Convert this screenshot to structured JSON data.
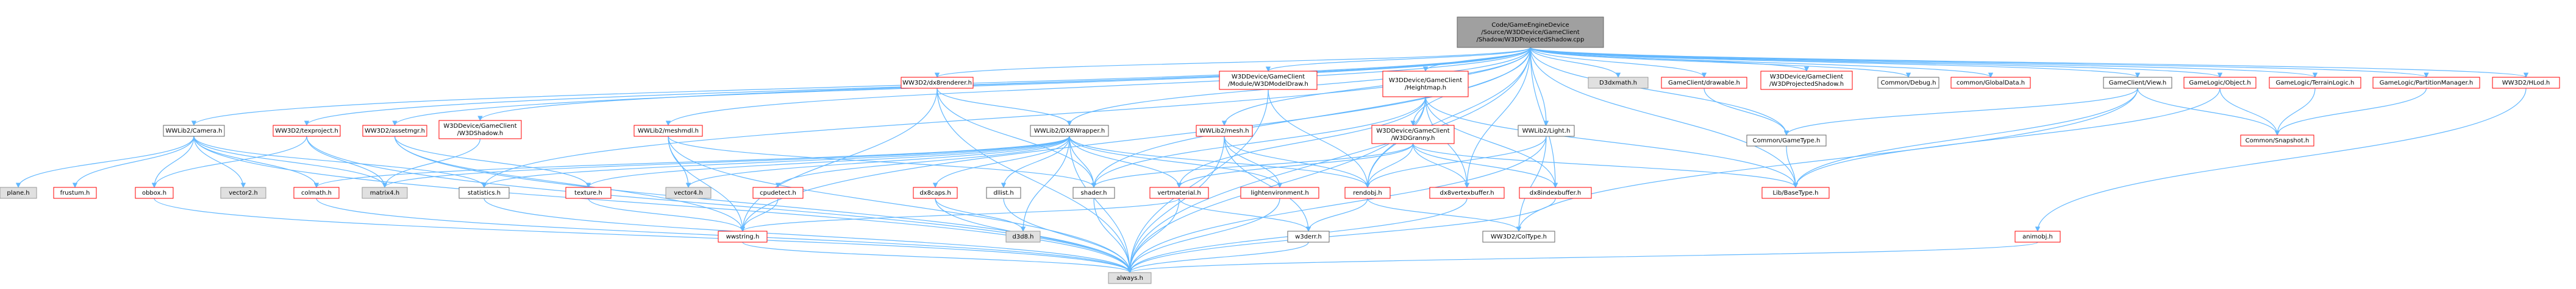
{
  "diagram": {
    "colors": {
      "edge": "#63b8ff",
      "edge_alt": "#9a9a9a",
      "root_fill": "#a0a0a0",
      "root_border": "#666666",
      "doc_border": "#666666",
      "missing_border": "#ff0000",
      "system_fill": "#e0e0e0",
      "system_border": "#999999",
      "text": "#000000"
    },
    "nodes": [
      {
        "id": "root",
        "kind": "root",
        "lines": [
          "Code/GameEngineDevice",
          "/Source/W3DDevice/GameClient",
          "/Shadow/W3DProjectedShadow.cpp"
        ]
      },
      {
        "id": "camera",
        "kind": "doc",
        "lines": [
          "WWLib2/Camera.h"
        ]
      },
      {
        "id": "texproject",
        "kind": "missing",
        "lines": [
          "WW3D2/texproject.h"
        ]
      },
      {
        "id": "assetmgr",
        "kind": "missing",
        "lines": [
          "WW3D2/assetmgr.h"
        ]
      },
      {
        "id": "gc_shadow",
        "kind": "missing",
        "lines": [
          "W3DDevice/GameClient",
          "/W3DShadow.h"
        ]
      },
      {
        "id": "dx8renderer",
        "kind": "missing",
        "lines": [
          "WW3D2/dx8renderer.h"
        ]
      },
      {
        "id": "meshmdl",
        "kind": "missing",
        "lines": [
          "WWLib2/meshmdl.h"
        ]
      },
      {
        "id": "dx8wrapper",
        "kind": "doc",
        "lines": [
          "WWLib2/DX8Wrapper.h"
        ]
      },
      {
        "id": "modeldraw",
        "kind": "missing",
        "lines": [
          "W3DDevice/GameClient",
          "/Module/W3DModelDraw.h"
        ]
      },
      {
        "id": "mesh",
        "kind": "missing",
        "lines": [
          "WWLib2/mesh.h"
        ]
      },
      {
        "id": "heightmap",
        "kind": "missing",
        "lines": [
          "W3DDevice/GameClient",
          "/Heightmap.h"
        ]
      },
      {
        "id": "gc_granny",
        "kind": "missing",
        "lines": [
          "W3DDevice/GameClient",
          "/W3DGranny.h"
        ]
      },
      {
        "id": "light",
        "kind": "doc",
        "lines": [
          "WWLib2/Light.h"
        ]
      },
      {
        "id": "d3dxmath",
        "kind": "system",
        "lines": [
          "D3dxmath.h"
        ]
      },
      {
        "id": "drawable",
        "kind": "missing",
        "lines": [
          "GameClient/drawable.h"
        ]
      },
      {
        "id": "projshadow_h",
        "kind": "missing",
        "lines": [
          "W3DDevice/GameClient",
          "/W3DProjectedShadow.h"
        ]
      },
      {
        "id": "debug",
        "kind": "doc",
        "lines": [
          "Common/Debug.h"
        ]
      },
      {
        "id": "globaldata",
        "kind": "missing",
        "lines": [
          "common/GlobalData.h"
        ]
      },
      {
        "id": "view",
        "kind": "doc",
        "lines": [
          "GameClient/View.h"
        ]
      },
      {
        "id": "object",
        "kind": "missing",
        "lines": [
          "GameLogic/Object.h"
        ]
      },
      {
        "id": "terrainlogic",
        "kind": "missing",
        "lines": [
          "GameLogic/TerrainLogic.h"
        ]
      },
      {
        "id": "partition",
        "kind": "missing",
        "lines": [
          "GameLogic/PartitionManager.h"
        ]
      },
      {
        "id": "hlod",
        "kind": "missing",
        "lines": [
          "WW3D2/HLod.h"
        ]
      },
      {
        "id": "gametype",
        "kind": "doc",
        "lines": [
          "Common/GameType.h"
        ]
      },
      {
        "id": "snapshot",
        "kind": "missing",
        "lines": [
          "Common/Snapshot.h"
        ]
      },
      {
        "id": "plane",
        "kind": "system",
        "lines": [
          "plane.h"
        ]
      },
      {
        "id": "frustum",
        "kind": "missing",
        "lines": [
          "frustum.h"
        ]
      },
      {
        "id": "obbox",
        "kind": "missing",
        "lines": [
          "obbox.h"
        ]
      },
      {
        "id": "vector2",
        "kind": "system",
        "lines": [
          "vector2.h"
        ]
      },
      {
        "id": "colmath",
        "kind": "missing",
        "lines": [
          "colmath.h"
        ]
      },
      {
        "id": "matrix4",
        "kind": "system",
        "lines": [
          "matrix4.h"
        ]
      },
      {
        "id": "statistics",
        "kind": "doc",
        "lines": [
          "statistics.h"
        ]
      },
      {
        "id": "texture",
        "kind": "missing",
        "lines": [
          "texture.h"
        ]
      },
      {
        "id": "vector4",
        "kind": "system",
        "lines": [
          "vector4.h"
        ]
      },
      {
        "id": "cpudetect",
        "kind": "missing",
        "lines": [
          "cpudetect.h"
        ]
      },
      {
        "id": "dx8caps",
        "kind": "missing",
        "lines": [
          "dx8caps.h"
        ]
      },
      {
        "id": "dllist",
        "kind": "doc",
        "lines": [
          "dllist.h"
        ]
      },
      {
        "id": "shader",
        "kind": "doc",
        "lines": [
          "shader.h"
        ]
      },
      {
        "id": "vertmaterial",
        "kind": "missing",
        "lines": [
          "vertmaterial.h"
        ]
      },
      {
        "id": "lightenv",
        "kind": "missing",
        "lines": [
          "lightenvironment.h"
        ]
      },
      {
        "id": "rendobj",
        "kind": "missing",
        "lines": [
          "rendobj.h"
        ]
      },
      {
        "id": "dx8vertexbuffer",
        "kind": "missing",
        "lines": [
          "dx8vertexbuffer.h"
        ]
      },
      {
        "id": "dx8indexbuffer",
        "kind": "missing",
        "lines": [
          "dx8indexbuffer.h"
        ]
      },
      {
        "id": "basetype",
        "kind": "missing",
        "lines": [
          "Lib/BaseType.h"
        ]
      },
      {
        "id": "wwstring",
        "kind": "missing",
        "lines": [
          "wwstring.h"
        ]
      },
      {
        "id": "d3d8",
        "kind": "system",
        "lines": [
          "d3d8.h"
        ]
      },
      {
        "id": "w3derr",
        "kind": "doc",
        "lines": [
          "w3derr.h"
        ]
      },
      {
        "id": "coltype",
        "kind": "doc",
        "lines": [
          "WW3D2/ColType.h"
        ]
      },
      {
        "id": "animobj",
        "kind": "missing",
        "lines": [
          "animobj.h"
        ]
      },
      {
        "id": "always",
        "kind": "system",
        "lines": [
          "always.h"
        ]
      }
    ],
    "edges": [
      [
        "root",
        "camera"
      ],
      [
        "root",
        "texproject"
      ],
      [
        "root",
        "assetmgr"
      ],
      [
        "root",
        "gc_shadow"
      ],
      [
        "root",
        "dx8renderer"
      ],
      [
        "root",
        "meshmdl"
      ],
      [
        "root",
        "dx8wrapper"
      ],
      [
        "root",
        "modeldraw"
      ],
      [
        "root",
        "mesh"
      ],
      [
        "root",
        "heightmap"
      ],
      [
        "root",
        "gc_granny"
      ],
      [
        "root",
        "light"
      ],
      [
        "root",
        "d3dxmath"
      ],
      [
        "root",
        "drawable"
      ],
      [
        "root",
        "projshadow_h"
      ],
      [
        "root",
        "debug"
      ],
      [
        "root",
        "globaldata"
      ],
      [
        "root",
        "view"
      ],
      [
        "root",
        "object"
      ],
      [
        "root",
        "terrainlogic"
      ],
      [
        "root",
        "partition"
      ],
      [
        "root",
        "hlod"
      ],
      [
        "root",
        "basetype"
      ],
      [
        "root",
        "always"
      ],
      [
        "root",
        "statistics"
      ],
      [
        "root",
        "shader"
      ],
      [
        "root",
        "rendobj"
      ],
      [
        "root",
        "dx8vertexbuffer"
      ],
      [
        "root",
        "dx8indexbuffer"
      ],
      [
        "root",
        "wwstring"
      ],
      [
        "root",
        "gametype"
      ],
      [
        "camera",
        "plane"
      ],
      [
        "camera",
        "frustum"
      ],
      [
        "camera",
        "obbox"
      ],
      [
        "camera",
        "vector2"
      ],
      [
        "camera",
        "colmath"
      ],
      [
        "camera",
        "matrix4"
      ],
      [
        "camera",
        "statistics"
      ],
      [
        "camera",
        "always"
      ],
      [
        "texproject",
        "obbox"
      ],
      [
        "texproject",
        "matrix4"
      ],
      [
        "texproject",
        "always"
      ],
      [
        "assetmgr",
        "texture"
      ],
      [
        "assetmgr",
        "wwstring"
      ],
      [
        "assetmgr",
        "always"
      ],
      [
        "gc_shadow",
        "matrix4"
      ],
      [
        "dx8renderer",
        "dx8wrapper"
      ],
      [
        "dx8renderer",
        "shader"
      ],
      [
        "dx8renderer",
        "wwstring"
      ],
      [
        "dx8renderer",
        "always"
      ],
      [
        "meshmdl",
        "vector4"
      ],
      [
        "meshmdl",
        "shader"
      ],
      [
        "meshmdl",
        "wwstring"
      ],
      [
        "meshmdl",
        "always"
      ],
      [
        "dx8wrapper",
        "statistics"
      ],
      [
        "dx8wrapper",
        "texture"
      ],
      [
        "dx8wrapper",
        "vector4"
      ],
      [
        "dx8wrapper",
        "cpudetect"
      ],
      [
        "dx8wrapper",
        "dx8caps"
      ],
      [
        "dx8wrapper",
        "dllist"
      ],
      [
        "dx8wrapper",
        "shader"
      ],
      [
        "dx8wrapper",
        "vertmaterial"
      ],
      [
        "dx8wrapper",
        "lightenv"
      ],
      [
        "dx8wrapper",
        "rendobj"
      ],
      [
        "dx8wrapper",
        "d3d8"
      ],
      [
        "dx8wrapper",
        "always"
      ],
      [
        "dx8wrapper",
        "matrix4"
      ],
      [
        "dx8wrapper",
        "colmath"
      ],
      [
        "modeldraw",
        "rendobj"
      ],
      [
        "modeldraw",
        "always"
      ],
      [
        "mesh",
        "rendobj"
      ],
      [
        "mesh",
        "lightenv"
      ],
      [
        "mesh",
        "w3derr"
      ],
      [
        "mesh",
        "always"
      ],
      [
        "heightmap",
        "shader"
      ],
      [
        "heightmap",
        "vertmaterial"
      ],
      [
        "heightmap",
        "rendobj"
      ],
      [
        "heightmap",
        "dx8vertexbuffer"
      ],
      [
        "heightmap",
        "dx8indexbuffer"
      ],
      [
        "heightmap",
        "always"
      ],
      [
        "heightmap",
        "basetype"
      ],
      [
        "gc_granny",
        "rendobj"
      ],
      [
        "gc_granny",
        "dx8vertexbuffer"
      ],
      [
        "gc_granny",
        "dx8indexbuffer"
      ],
      [
        "gc_granny",
        "basetype"
      ],
      [
        "gc_granny",
        "vertmaterial"
      ],
      [
        "gc_granny",
        "shader"
      ],
      [
        "light",
        "rendobj"
      ],
      [
        "light",
        "always"
      ],
      [
        "light",
        "coltype"
      ],
      [
        "drawable",
        "gametype"
      ],
      [
        "view",
        "gametype"
      ],
      [
        "view",
        "snapshot"
      ],
      [
        "view",
        "basetype"
      ],
      [
        "view",
        "coltype"
      ],
      [
        "object",
        "snapshot"
      ],
      [
        "object",
        "basetype"
      ],
      [
        "terrainlogic",
        "snapshot"
      ],
      [
        "partition",
        "snapshot"
      ],
      [
        "hlod",
        "animobj"
      ],
      [
        "gametype",
        "basetype"
      ],
      [
        "obbox",
        "always"
      ],
      [
        "colmath",
        "always"
      ],
      [
        "statistics",
        "always"
      ],
      [
        "texture",
        "wwstring"
      ],
      [
        "cpudetect",
        "wwstring"
      ],
      [
        "dx8caps",
        "d3d8"
      ],
      [
        "dx8caps",
        "always"
      ],
      [
        "vertmaterial",
        "wwstring"
      ],
      [
        "vertmaterial",
        "w3derr"
      ],
      [
        "vertmaterial",
        "always"
      ],
      [
        "lightenv",
        "always"
      ],
      [
        "rendobj",
        "w3derr"
      ],
      [
        "rendobj",
        "coltype"
      ],
      [
        "dx8vertexbuffer",
        "always"
      ],
      [
        "dx8indexbuffer",
        "always"
      ],
      [
        "w3derr",
        "always"
      ],
      [
        "shader",
        "always"
      ],
      [
        "animobj",
        "always"
      ],
      [
        "wwstring",
        "always"
      ],
      [
        "dllist",
        "always"
      ]
    ]
  }
}
